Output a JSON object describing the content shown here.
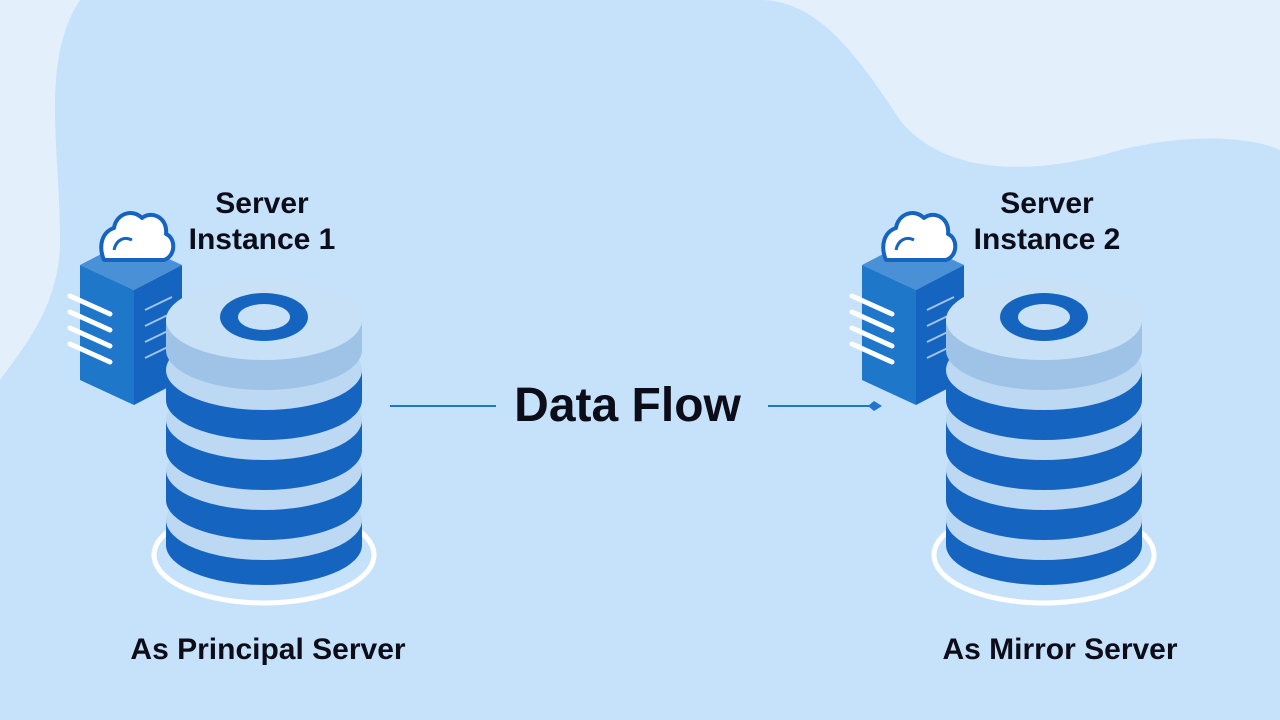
{
  "server_1": {
    "title_line_1": "Server",
    "title_line_2": "Instance 1",
    "caption": "As Principal Server"
  },
  "server_2": {
    "title_line_1": "Server",
    "title_line_2": "Instance 2",
    "caption": "As Mirror Server"
  },
  "flow": {
    "label": "Data Flow"
  },
  "colors": {
    "background_light": "#e3f0fc",
    "background_blob": "#c6e2fb",
    "blue_dark": "#1565c0",
    "blue_mid": "#1e77c9",
    "disk_light": "#bcd8f2",
    "disk_shadow": "#9fc3e6",
    "text": "#0d0d1a"
  },
  "icons": {
    "database": "database-stack-icon",
    "server_rack": "server-rack-icon",
    "cloud": "cloud-icon",
    "arrow": "arrow-right-icon"
  }
}
